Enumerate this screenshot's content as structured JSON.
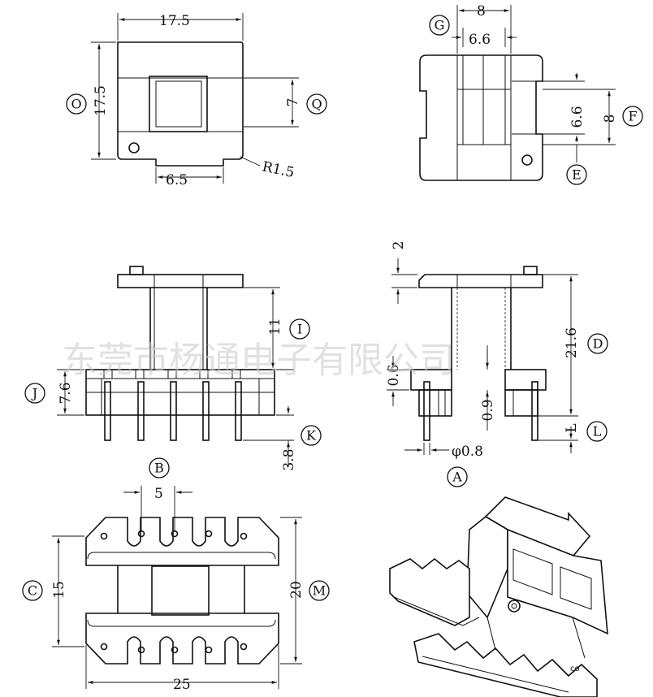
{
  "watermark": "东莞市杨通电子有限公司",
  "dims": {
    "top_width": "17.5",
    "top_height": "17.5",
    "top_window": "7",
    "top_slot": "6.5",
    "top_radius": "R1.5",
    "side_outer": "8",
    "side_inner": "6.6",
    "side_inner_v": "6.6",
    "side_outer_v": "8",
    "front_core": "11",
    "front_base": "7.6",
    "front_pin": "3.8",
    "right_flange": "2",
    "right_total": "21.6",
    "right_tab": "0.6",
    "right_step": "0.9",
    "right_pin_d": "φ0.8",
    "right_l": "L",
    "bottom_pitch": "5",
    "bottom_inner": "15",
    "bottom_outer": "20",
    "bottom_width": "25"
  },
  "labels": {
    "O": "O",
    "Q": "Q",
    "G": "G",
    "F": "F",
    "E": "E",
    "I": "I",
    "J": "J",
    "K": "K",
    "D": "D",
    "L": "L",
    "A": "A",
    "B": "B",
    "C": "C",
    "M": "M"
  }
}
